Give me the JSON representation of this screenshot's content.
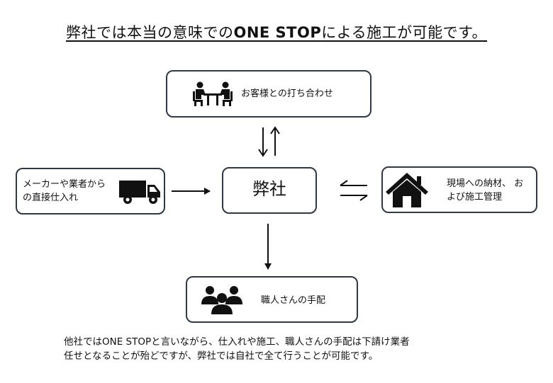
{
  "title": {
    "prefix": "弊社では本当の意味での",
    "bold": "ONE STOP",
    "suffix": "による施工が可能です。"
  },
  "nodes": {
    "meeting": {
      "label": "お客様との打ち合わせ",
      "icon": "meeting-table-icon"
    },
    "maker": {
      "label": "メーカーや業者から の直接仕入れ",
      "icon": "delivery-truck-icon"
    },
    "company": {
      "label": "弊社"
    },
    "site": {
      "label": "現場への納材、 および施工管理",
      "icon": "house-icon"
    },
    "crafts": {
      "label": "職人さんの手配",
      "icon": "people-group-icon"
    }
  },
  "footer": {
    "line1": "他社ではONE STOPと言いながら、仕入れや施工、職人さんの手配は下請け業者",
    "line2": "任せとなることが殆どですが、弊社では自社で全て行うことが可能です。"
  },
  "colors": {
    "border": "#2e3947",
    "icon": "#111111"
  }
}
